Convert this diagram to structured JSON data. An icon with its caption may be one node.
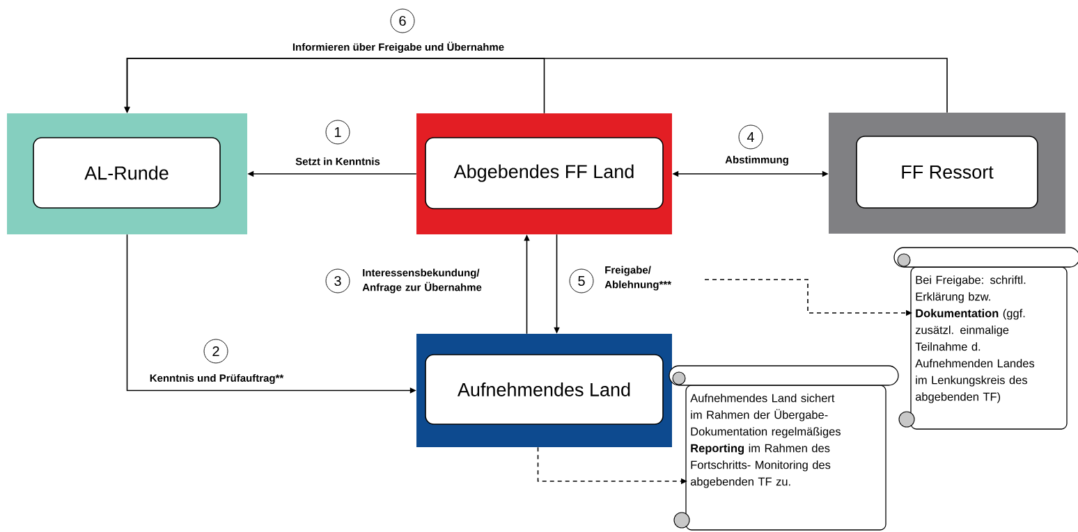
{
  "diagram": {
    "nodes": [
      {
        "text": [],
        "shape": "box"
      },
      {
        "text": [
          "AL-Runde"
        ],
        "in": 0
      },
      {
        "text": [],
        "shape": "box"
      },
      {
        "text": [
          "Abgebendes FF Land"
        ],
        "in": 2
      },
      {
        "text": [],
        "shape": "box"
      },
      {
        "text": [
          "FF Ressort"
        ],
        "in": 4
      },
      {
        "text": [],
        "shape": "box"
      },
      {
        "text": [
          "Aufnehmendes Land"
        ],
        "in": 6
      },
      {
        "text": [
          "Bei Freigabe: schriftl. Erklärung bzw. **Dokumentation** (ggf. zusätzl. einmalige Teilnahme d. Aufnehmenden Landes im Lenkungskreis des abgebenden TF)"
        ]
      },
      {
        "text": [
          "Aufnehmendes Land sichert im Rahmen der Übergabe-Dokumentation regelmäßiges **Reporting** im Rahmen des Fortschritts- Monitoring des abgebenden TF zu."
        ]
      }
    ],
    "edges": [
      {
        "from": 2,
        "to": 0,
        "arrow": "to",
        "label": "Setzt in Kenntnis"
      },
      {
        "from": 2,
        "to": 4,
        "arrow": "both",
        "label": "Abstimmung"
      },
      {
        "from": 6,
        "to": 2,
        "arrow": "to",
        "label": "Interessensbekundung/ Anfrage zur Übernahme"
      },
      {
        "from": 2,
        "to": 6,
        "arrow": "to",
        "label": "Freigabe/ Ablehnung***"
      },
      {
        "from": 0,
        "to": 6,
        "arrow": "to",
        "label": "Kenntnis und Prüfauftrag**"
      },
      {
        "from": 2,
        "to": 0,
        "arrow": "to",
        "label": "Informieren über Freigabe und Übernahme"
      },
      {
        "from": 4,
        "to": 0,
        "arrow": "to"
      },
      {
        "from": null,
        "to": 8,
        "arrow": "to",
        "style": "dashed"
      },
      {
        "from": 6,
        "to": 9,
        "arrow": "to",
        "style": "dashed"
      }
    ],
    "labels": [
      "6",
      "1",
      "4",
      "3",
      "5",
      "2"
    ]
  }
}
